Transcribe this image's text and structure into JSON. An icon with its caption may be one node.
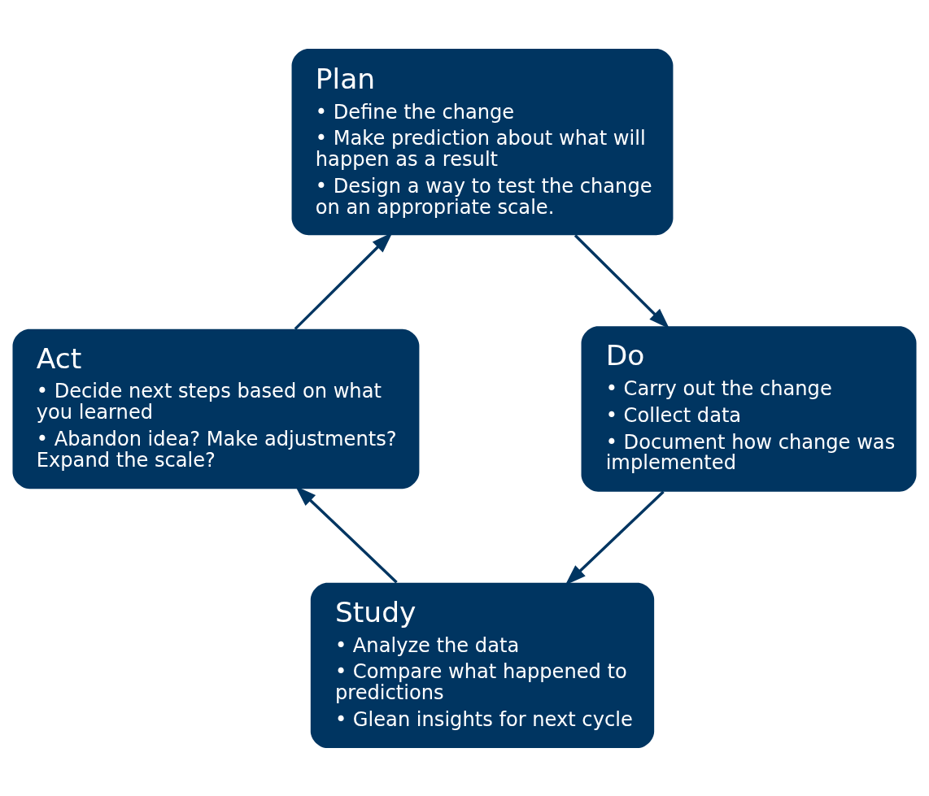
{
  "diagram": {
    "nodes": [
      {
        "text": [
          "Plan",
          "• Define the change",
          "• Make prediction about what will happen as a result",
          "• Design a way to test the change on an appropriate scale."
        ]
      },
      {
        "text": [
          "Do",
          "• Carry out the change",
          "• Collect data",
          "• Document how change was implemented"
        ]
      },
      {
        "text": [
          "Study",
          "• Analyze the data",
          "• Compare what happened to predictions",
          "• Glean insights for next cycle"
        ]
      },
      {
        "text": [
          "Act",
          "• Decide next steps based on what you learned",
          "• Abandon idea? Make adjustments? Expand the scale?"
        ]
      }
    ],
    "edges": [
      {
        "from": 0,
        "to": 1,
        "arrow": "to"
      },
      {
        "from": 1,
        "to": 2,
        "arrow": "to"
      },
      {
        "from": 2,
        "to": 3,
        "arrow": "to"
      },
      {
        "from": 3,
        "to": 0,
        "arrow": "to"
      }
    ]
  }
}
